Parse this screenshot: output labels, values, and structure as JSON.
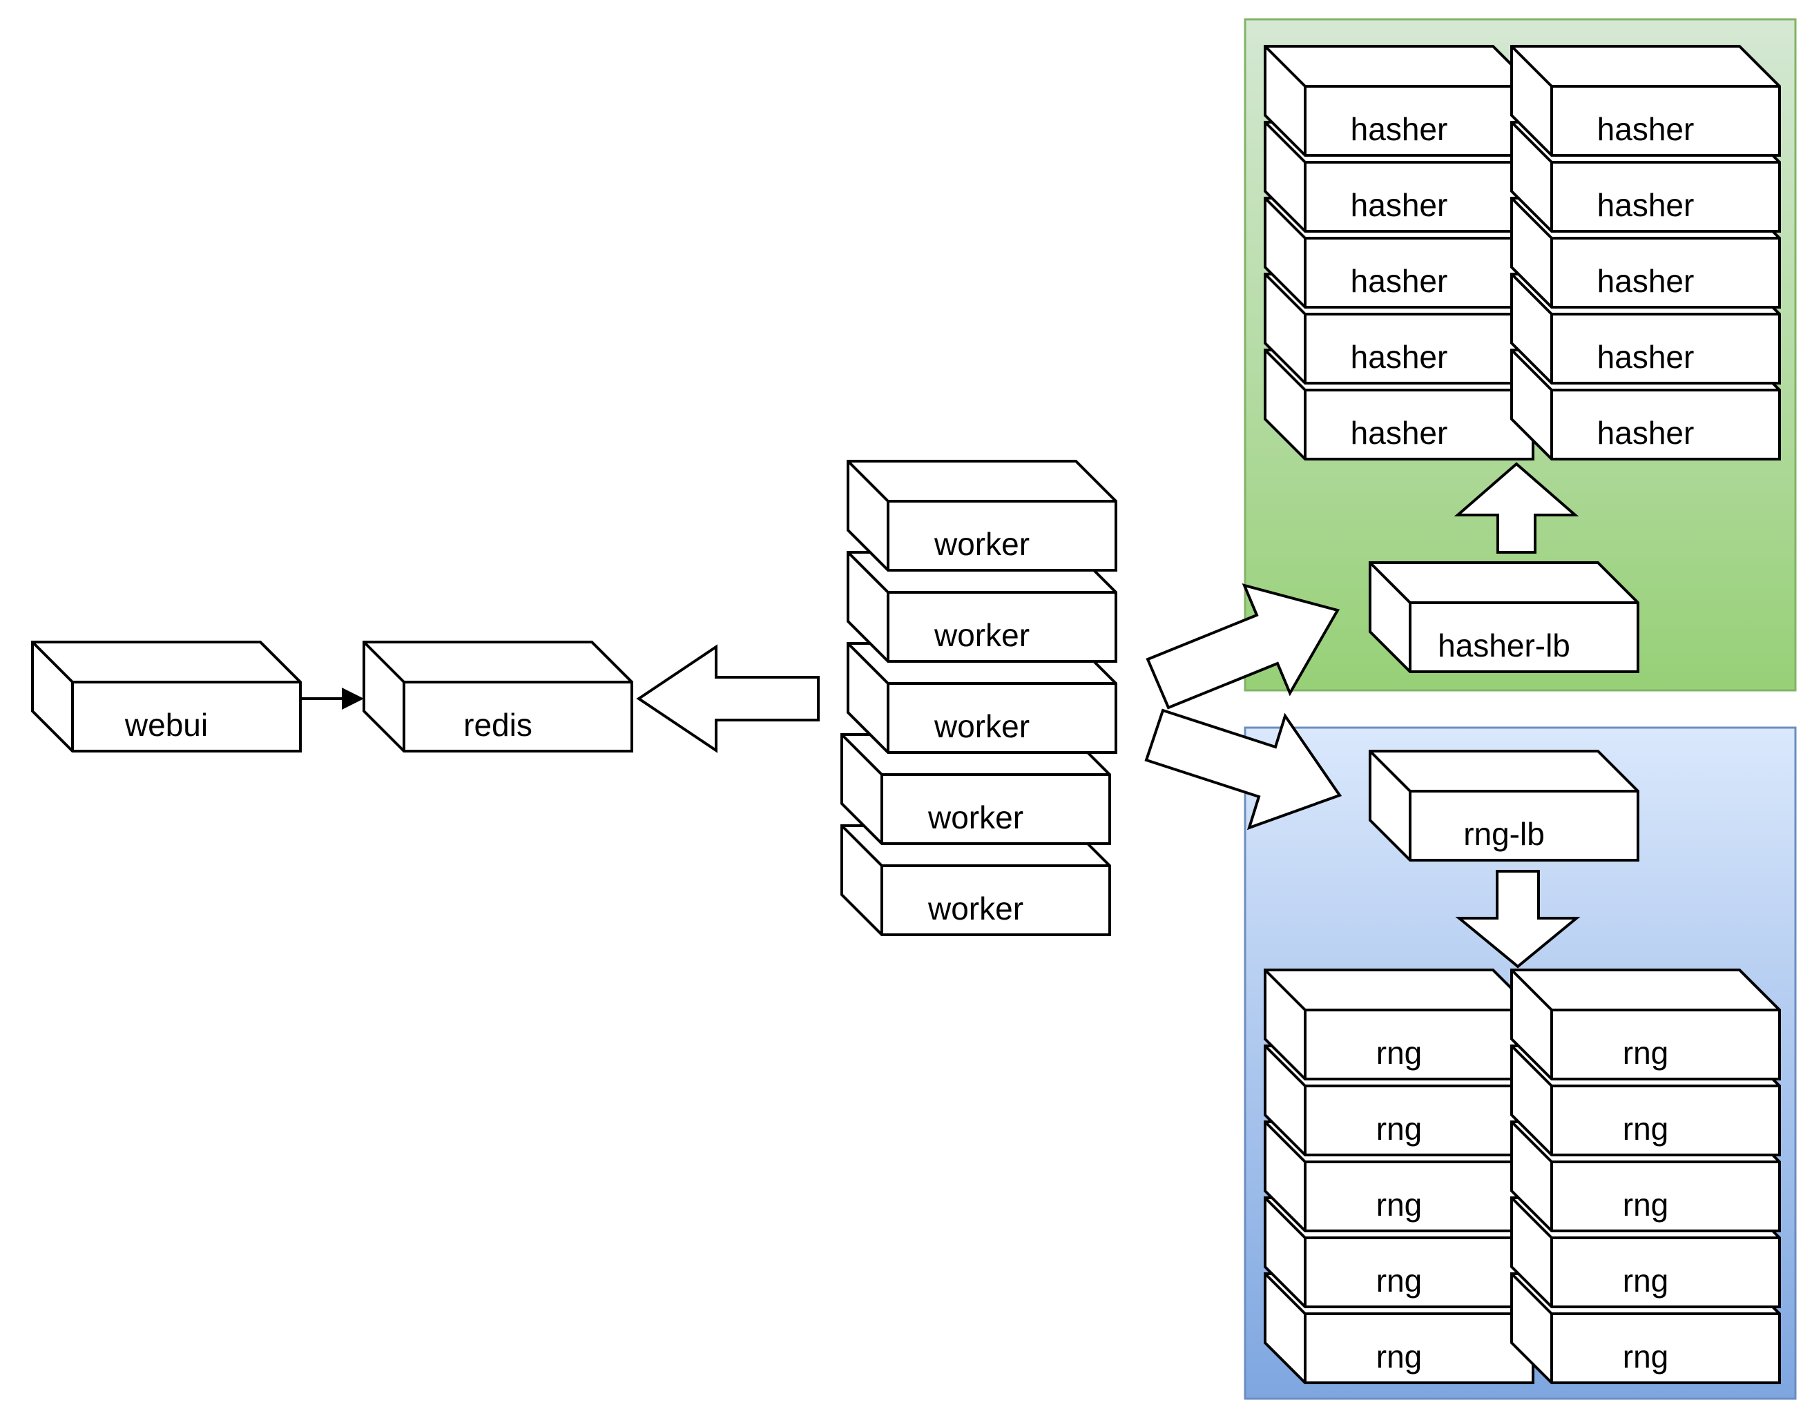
{
  "nodes": {
    "webui": {
      "label": "webui"
    },
    "redis": {
      "label": "redis"
    }
  },
  "workers": [
    "worker",
    "worker",
    "worker",
    "worker",
    "worker"
  ],
  "clusters": {
    "hasher": {
      "lb_label": "hasher-lb",
      "instances": [
        "hasher",
        "hasher",
        "hasher",
        "hasher",
        "hasher",
        "hasher",
        "hasher",
        "hasher",
        "hasher",
        "hasher"
      ],
      "fill_top": "#d5e8d4",
      "fill_bottom": "#97d077",
      "border": "#82b366"
    },
    "rng": {
      "lb_label": "rng-lb",
      "instances": [
        "rng",
        "rng",
        "rng",
        "rng",
        "rng",
        "rng",
        "rng",
        "rng",
        "rng",
        "rng"
      ],
      "fill_top": "#dae8fc",
      "fill_bottom": "#7ea6e0",
      "border": "#6c8ebf"
    }
  },
  "node_style": {
    "fill": "#ffffff",
    "stroke": "#000000"
  }
}
